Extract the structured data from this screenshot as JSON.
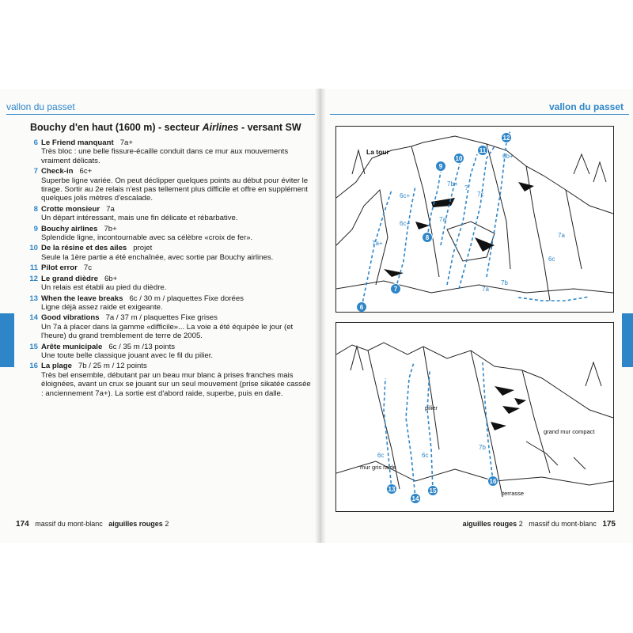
{
  "left_page": {
    "section": "vallon du passet",
    "title": {
      "pre": "Bouchy d'en haut (1600 m) - secteur ",
      "sector": "Airlines",
      "post": " - versant SW"
    },
    "routes": [
      {
        "num": "6",
        "name": "Le Friend manquant",
        "grade": "7a+",
        "desc": "Très bloc : une belle fissure-écaille conduit dans ce mur aux mouvements vraiment délicats."
      },
      {
        "num": "7",
        "name": "Check-in",
        "grade": "6c+",
        "desc": "Superbe ligne variée. On peut déclipper quelques points au début pour éviter le tirage. Sortir au 2e relais n'est pas tellement plus difficile et offre en supplément quelques jolis mètres d'escalade."
      },
      {
        "num": "8",
        "name": "Crotte monsieur",
        "grade": "7a",
        "desc": "Un départ intéressant, mais une fin délicate et rébarbative."
      },
      {
        "num": "9",
        "name": "Bouchy airlines",
        "grade": "7b+",
        "desc": "Splendide ligne, incontournable avec sa célèbre «croix de fer»."
      },
      {
        "num": "10",
        "name": "De la résine et des ailes",
        "grade": "projet",
        "desc": "Seule la 1ère partie a été enchaînée, avec sortie par Bouchy airlines."
      },
      {
        "num": "11",
        "name": "Pilot error",
        "grade": "7c",
        "desc": ""
      },
      {
        "num": "12",
        "name": "Le grand dièdre",
        "grade": "6b+",
        "desc": "Un relais est établi au pied du dièdre."
      },
      {
        "num": "13",
        "name": "When the leave breaks",
        "grade": "6c / 30 m / plaquettes Fixe dorées",
        "desc": "Ligne déjà assez raide et exigeante."
      },
      {
        "num": "14",
        "name": "Good vibrations",
        "grade": "7a / 37 m / plaquettes Fixe grises",
        "desc": "Un 7a à placer dans la gamme «difficile»... La voie a été équipée le jour (et l'heure) du grand tremblement de terre de 2005."
      },
      {
        "num": "15",
        "name": "Arête municipale",
        "grade": "6c / 35 m /13 points",
        "desc": "Une toute belle classique jouant avec le fil du pilier."
      },
      {
        "num": "16",
        "name": "La plage",
        "grade": "7b / 25 m / 12 points",
        "desc": "Très bel ensemble, débutant par un beau mur blanc à prises franches mais éloignées, avant un crux se jouant sur un seul mouvement (prise sikatée cassée : anciennement 7a+). La sortie est d'abord raide, superbe, puis en dalle."
      }
    ],
    "footer": {
      "page": "174",
      "massif": "massif du mont-blanc",
      "area": "aiguilles rouges",
      "vol": "2"
    }
  },
  "right_page": {
    "section": "vallon du passet",
    "topo1": {
      "label": "La tour",
      "markers": [
        "6",
        "7",
        "8",
        "9",
        "10",
        "11",
        "12"
      ],
      "grades": [
        "7a+",
        "6c+",
        "6c+",
        "7a",
        "7b+",
        "?",
        "7c",
        "6b+",
        "7a",
        "6c",
        "7a",
        "7b"
      ]
    },
    "topo2": {
      "labels": [
        "pilier",
        "grand mur compact",
        "mur gris raide",
        "terrasse"
      ],
      "markers": [
        "13",
        "14",
        "15",
        "16"
      ],
      "grades": [
        "6c",
        "6c",
        "7b"
      ]
    },
    "footer": {
      "page": "175",
      "massif": "massif du mont-blanc",
      "area": "aiguilles rouges",
      "vol": "2"
    }
  },
  "colors": {
    "accent": "#2e86c8",
    "route_line": "#2e86c8",
    "ink": "#1a1a1a"
  }
}
